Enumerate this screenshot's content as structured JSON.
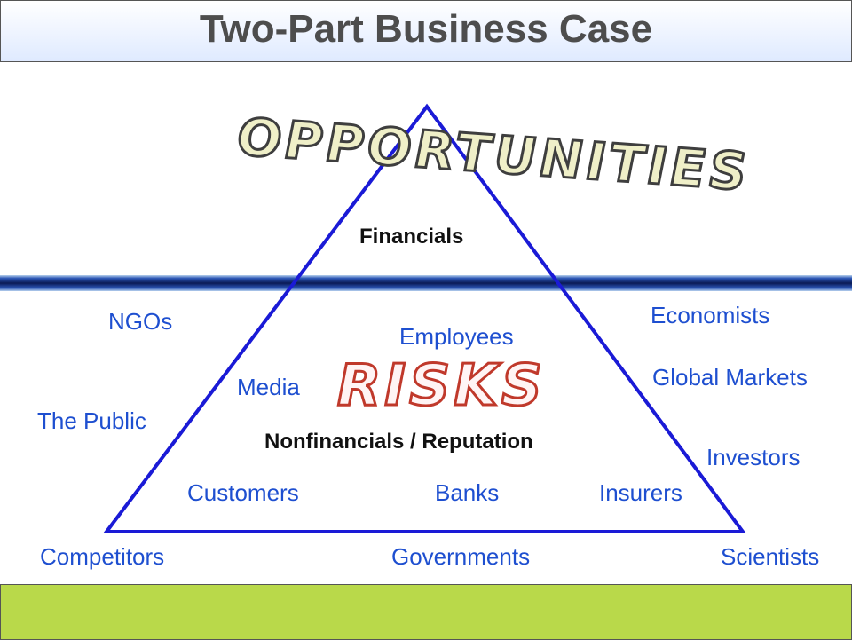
{
  "title": "Two-Part Business Case",
  "banner": {
    "top": "OPPORTUNITIES",
    "bottom": "RISKS"
  },
  "triangle": {
    "apex_label": "Financials",
    "base_label": "Nonfinancials / Reputation"
  },
  "stakeholders": {
    "ngos": "NGOs",
    "employees": "Employees",
    "economists": "Economists",
    "media": "Media",
    "global_markets": "Global Markets",
    "the_public": "The Public",
    "investors": "Investors",
    "customers": "Customers",
    "banks": "Banks",
    "insurers": "Insurers",
    "competitors": "Competitors",
    "governments": "Governments",
    "scientists": "Scientists"
  },
  "colors": {
    "label_blue": "#1e4fd0",
    "triangle_stroke": "#1a1ad6",
    "footer_green": "#b9d94a",
    "title_gray": "#4d4d4d"
  }
}
